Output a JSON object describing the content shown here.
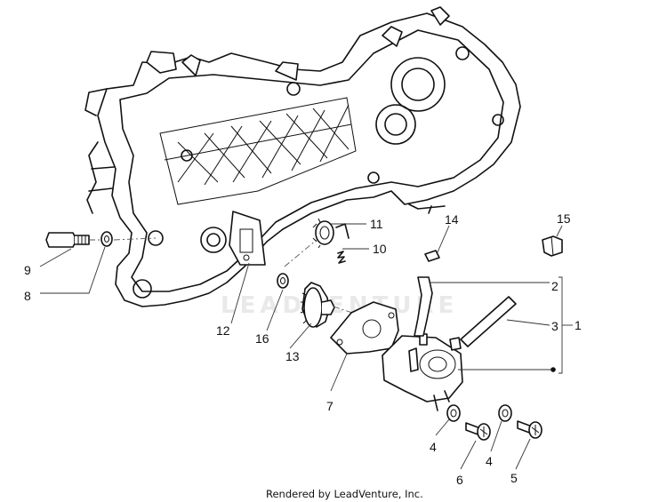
{
  "watermark": "LEADVENTURE",
  "credit": "Rendered by LeadVenture, Inc.",
  "callouts": {
    "c1": "1",
    "c2": "2",
    "c3": "3",
    "c4a": "4",
    "c4b": "4",
    "c5": "5",
    "c6": "6",
    "c7": "7",
    "c8": "8",
    "c9": "9",
    "c10": "10",
    "c11": "11",
    "c12": "12",
    "c13": "13",
    "c14": "14",
    "c15": "15",
    "c16": "16"
  }
}
